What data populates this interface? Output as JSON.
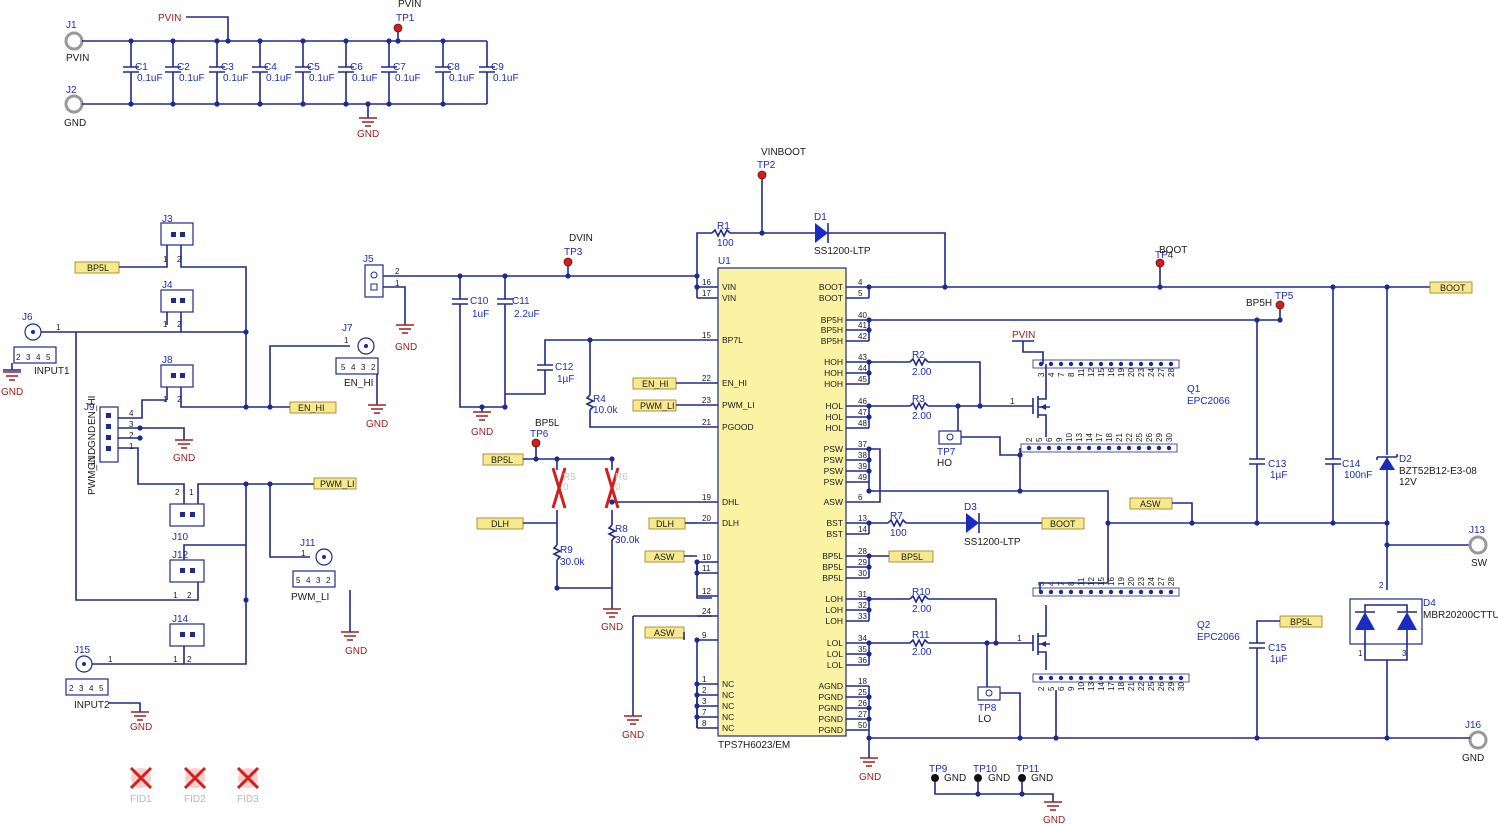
{
  "colors": {
    "wire": "#1f2a8a",
    "ref": "#1a2bbf",
    "ground": "#a01e1e",
    "testpoint": "#d11f1f",
    "ic_fill": "#fbf3a4",
    "flag_fill": "#f7e98e"
  },
  "power": {
    "j1": {
      "ref": "J1",
      "label": "PVIN"
    },
    "j2": {
      "ref": "J2",
      "label": "GND"
    },
    "pvin_flag": "PVIN",
    "tp1": {
      "ref": "TP1",
      "net": "PVIN"
    },
    "caps": [
      {
        "ref": "C1",
        "value": "0.1uF"
      },
      {
        "ref": "C2",
        "value": "0.1uF"
      },
      {
        "ref": "C3",
        "value": "0.1uF"
      },
      {
        "ref": "C4",
        "value": "0.1uF"
      },
      {
        "ref": "C5",
        "value": "0.1uF"
      },
      {
        "ref": "C6",
        "value": "0.1uF"
      },
      {
        "ref": "C7",
        "value": "0.1uF"
      },
      {
        "ref": "C8",
        "value": "0.1uF"
      },
      {
        "ref": "C9",
        "value": "0.1uF"
      }
    ],
    "gnd": "GND"
  },
  "inputs": {
    "j3": "J3",
    "j4": "J4",
    "j8": "J8",
    "j10": "J10",
    "j12": "J12",
    "j14": "J14",
    "j9": {
      "ref": "J9",
      "labels": [
        "EN_HI",
        "GND",
        "GND",
        "PWM_LI"
      ]
    },
    "j6": {
      "ref": "J6",
      "label": "INPUT1"
    },
    "j15": {
      "ref": "J15",
      "label": "INPUT2"
    },
    "j7": {
      "ref": "J7",
      "label": "EN_HI"
    },
    "j11": {
      "ref": "J11",
      "label": "PWM_LI"
    },
    "bp5l_flag": "BP5L",
    "en_hi_flag": "EN_HI",
    "pwm_li_flag": "PWM_LI",
    "fids": [
      "FID1",
      "FID2",
      "FID3"
    ]
  },
  "ic": {
    "ref": "U1",
    "part": "TPS7H6023/EM",
    "left_pins": [
      {
        "num": "16",
        "name": "VIN"
      },
      {
        "num": "17",
        "name": "VIN"
      },
      {
        "num": "15",
        "name": "BP7L"
      },
      {
        "num": "22",
        "name": "EN_HI"
      },
      {
        "num": "23",
        "name": "PWM_LI"
      },
      {
        "num": "21",
        "name": "PGOOD"
      },
      {
        "num": "19",
        "name": "DHL"
      },
      {
        "num": "20",
        "name": "DLH"
      },
      {
        "num": "10",
        "name": ""
      },
      {
        "num": "11",
        "name": ""
      },
      {
        "num": "12",
        "name": ""
      },
      {
        "num": "24",
        "name": ""
      },
      {
        "num": "9",
        "name": ""
      },
      {
        "num": "1",
        "name": "NC"
      },
      {
        "num": "2",
        "name": "NC"
      },
      {
        "num": "3",
        "name": "NC"
      },
      {
        "num": "7",
        "name": "NC"
      },
      {
        "num": "8",
        "name": "NC"
      }
    ],
    "right_pins": [
      {
        "num": "4",
        "name": "BOOT"
      },
      {
        "num": "5",
        "name": "BOOT"
      },
      {
        "num": "40",
        "name": "BP5H"
      },
      {
        "num": "41",
        "name": "BP5H"
      },
      {
        "num": "42",
        "name": "BP5H"
      },
      {
        "num": "43",
        "name": "HOH"
      },
      {
        "num": "44",
        "name": "HOH"
      },
      {
        "num": "45",
        "name": "HOH"
      },
      {
        "num": "46",
        "name": "HOL"
      },
      {
        "num": "47",
        "name": "HOL"
      },
      {
        "num": "48",
        "name": "HOL"
      },
      {
        "num": "37",
        "name": "PSW"
      },
      {
        "num": "38",
        "name": "PSW"
      },
      {
        "num": "39",
        "name": "PSW"
      },
      {
        "num": "49",
        "name": "PSW"
      },
      {
        "num": "6",
        "name": "ASW"
      },
      {
        "num": "13",
        "name": "BST"
      },
      {
        "num": "14",
        "name": "BST"
      },
      {
        "num": "28",
        "name": "BP5L"
      },
      {
        "num": "29",
        "name": "BP5L"
      },
      {
        "num": "30",
        "name": "BP5L"
      },
      {
        "num": "31",
        "name": "LOH"
      },
      {
        "num": "32",
        "name": "LOH"
      },
      {
        "num": "33",
        "name": "LOH"
      },
      {
        "num": "34",
        "name": "LOL"
      },
      {
        "num": "35",
        "name": "LOL"
      },
      {
        "num": "36",
        "name": "LOL"
      },
      {
        "num": "18",
        "name": "AGND"
      },
      {
        "num": "25",
        "name": "PGND"
      },
      {
        "num": "26",
        "name": "PGND"
      },
      {
        "num": "27",
        "name": "PGND"
      },
      {
        "num": "50",
        "name": "PGND"
      }
    ]
  },
  "parts": {
    "r1": {
      "ref": "R1",
      "value": "100"
    },
    "d1": {
      "ref": "D1",
      "value": "SS1200-LTP"
    },
    "tp2": {
      "ref": "TP2",
      "net": "VINBOOT"
    },
    "tp3": {
      "ref": "TP3",
      "net": "DVIN"
    },
    "tp4": {
      "ref": "TP4",
      "net": "BOOT"
    },
    "tp5": {
      "ref": "TP5",
      "net": "BP5H"
    },
    "tp6": {
      "ref": "TP6",
      "net": "BP5L"
    },
    "tp7": {
      "ref": "TP7",
      "net": "HO"
    },
    "tp8": {
      "ref": "TP8",
      "net": "LO"
    },
    "tp9": {
      "ref": "TP9",
      "net": "GND"
    },
    "tp10": {
      "ref": "TP10",
      "net": "GND"
    },
    "tp11": {
      "ref": "TP11",
      "net": "GND"
    },
    "j5": "J5",
    "c10": {
      "ref": "C10",
      "value": "1uF"
    },
    "c11": {
      "ref": "C11",
      "value": "2.2uF"
    },
    "c12": {
      "ref": "C12",
      "value": "1µF"
    },
    "r4": {
      "ref": "R4",
      "value": "10.0k"
    },
    "r5": {
      "ref": "R5",
      "value": "0"
    },
    "r6": {
      "ref": "R6",
      "value": "0"
    },
    "r8": {
      "ref": "R8",
      "value": "30.0k"
    },
    "r9": {
      "ref": "R9",
      "value": "30.0k"
    },
    "r2": {
      "ref": "R2",
      "value": "2.00"
    },
    "r3": {
      "ref": "R3",
      "value": "2.00"
    },
    "r7": {
      "ref": "R7",
      "value": "100"
    },
    "r10": {
      "ref": "R10",
      "value": "2.00"
    },
    "r11": {
      "ref": "R11",
      "value": "2.00"
    },
    "d3": {
      "ref": "D3",
      "value": "SS1200-LTP"
    },
    "q1": {
      "ref": "Q1",
      "value": "EPC2066"
    },
    "q2": {
      "ref": "Q2",
      "value": "EPC2066"
    },
    "c13": {
      "ref": "C13",
      "value": "1µF"
    },
    "c14": {
      "ref": "C14",
      "value": "100nF"
    },
    "c15": {
      "ref": "C15",
      "value": "1µF"
    },
    "d2": {
      "ref": "D2",
      "value": "BZT52B12-E3-08",
      "voltage": "12V"
    },
    "d4": {
      "ref": "D4",
      "value": "MBR20200CTTU"
    },
    "j13": {
      "ref": "J13",
      "label": "SW"
    },
    "j16": {
      "ref": "J16",
      "label": "GND"
    },
    "flags": {
      "boot": "BOOT",
      "asw": "ASW",
      "bp5l": "BP5L",
      "dlh": "DLH",
      "en_hi": "EN_HI",
      "pwm_li": "PWM_LI",
      "pvin": "PVIN"
    }
  },
  "q1_pins_top": [
    "3",
    "4",
    "7",
    "8",
    "11",
    "12",
    "15",
    "16",
    "19",
    "20",
    "23",
    "24",
    "27",
    "28"
  ],
  "q1_pins_bottom": [
    "2",
    "5",
    "6",
    "9",
    "10",
    "13",
    "14",
    "17",
    "18",
    "21",
    "22",
    "25",
    "26",
    "29",
    "30"
  ],
  "q2_pins_top": [
    "3",
    "4",
    "7",
    "8",
    "11",
    "12",
    "15",
    "16",
    "19",
    "20",
    "23",
    "24",
    "27",
    "28"
  ],
  "q2_pins_bottom": [
    "2",
    "5",
    "6",
    "9",
    "10",
    "13",
    "14",
    "17",
    "18",
    "21",
    "22",
    "25",
    "26",
    "29",
    "30"
  ]
}
